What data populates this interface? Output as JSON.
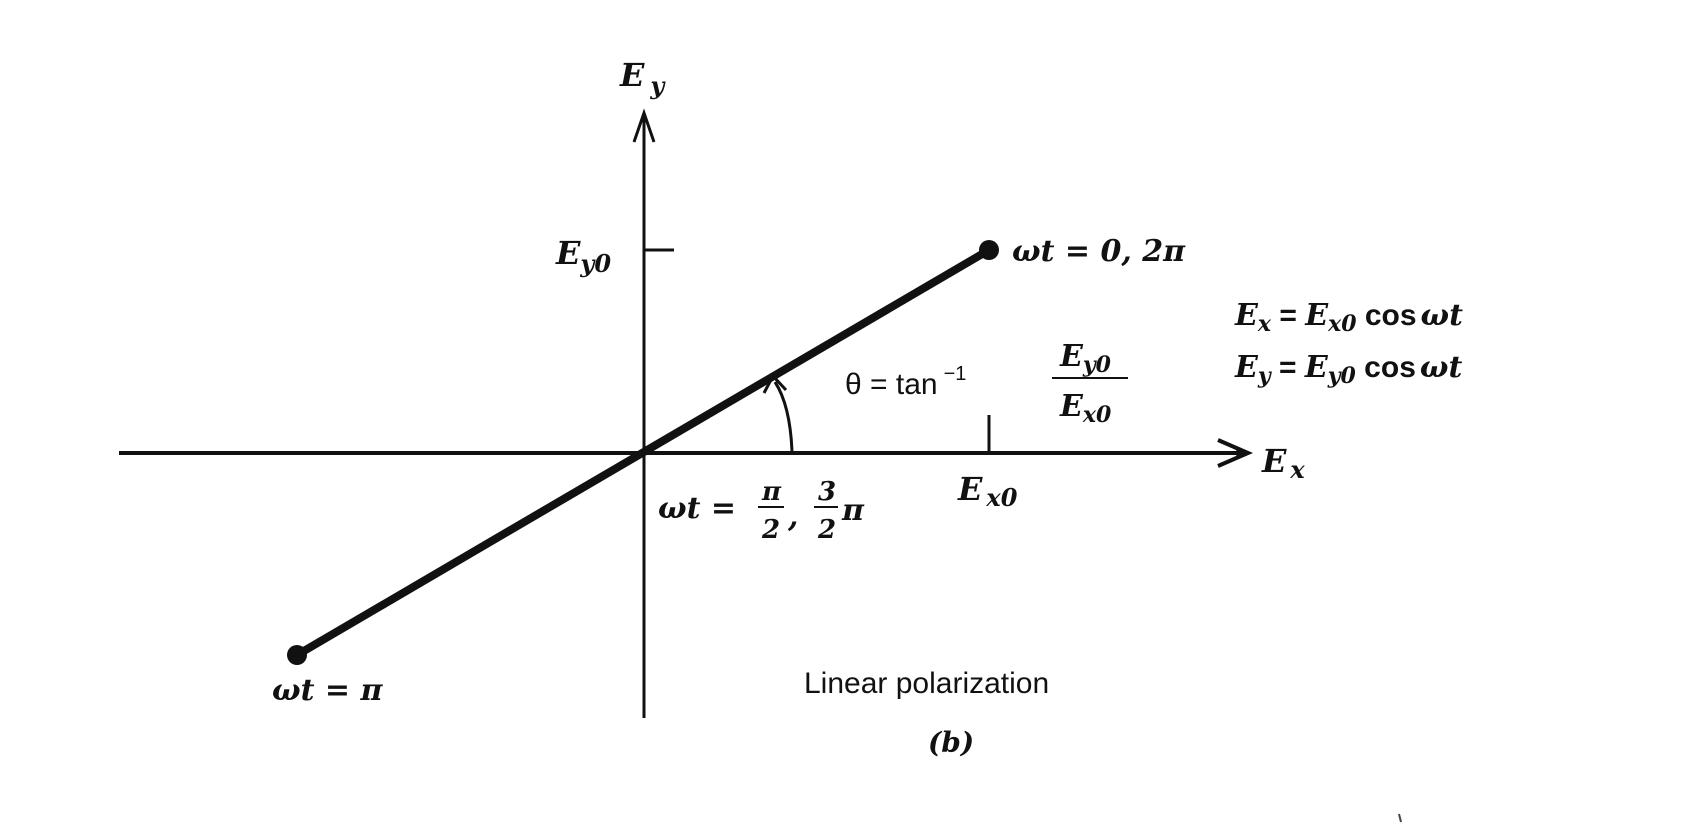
{
  "axes": {
    "x_label": "E",
    "x_sub": "x",
    "y_label": "E",
    "y_sub": "y"
  },
  "ticks": {
    "ex0_label": "E",
    "ex0_sub": "x0",
    "ey0_label": "E",
    "ey0_sub": "y0"
  },
  "points": {
    "top": "ωt = 0, 2π",
    "bottom": "ωt = π",
    "origin_prefix": "ωt = ",
    "origin_frac1_num": "π",
    "origin_frac1_den": "2",
    "origin_sep": ",",
    "origin_frac2_num": "3",
    "origin_frac2_den": "2",
    "origin_frac2_tail": "π"
  },
  "angle": {
    "lhs": "θ = tan",
    "sup": "−1",
    "num": "E",
    "num_sub": "y0",
    "den": "E",
    "den_sub": "x0"
  },
  "equations": [
    {
      "lhs": "E",
      "lhs_sub": "x",
      "eq": " = ",
      "amp": "E",
      "amp_sub": "x0",
      "fn": " cos",
      "arg": "ωt"
    },
    {
      "lhs": "E",
      "lhs_sub": "y",
      "eq": " = ",
      "amp": "E",
      "amp_sub": "y0",
      "fn": " cos",
      "arg": "ωt"
    }
  ],
  "caption": "Linear polarization",
  "sublabel": "(b)"
}
